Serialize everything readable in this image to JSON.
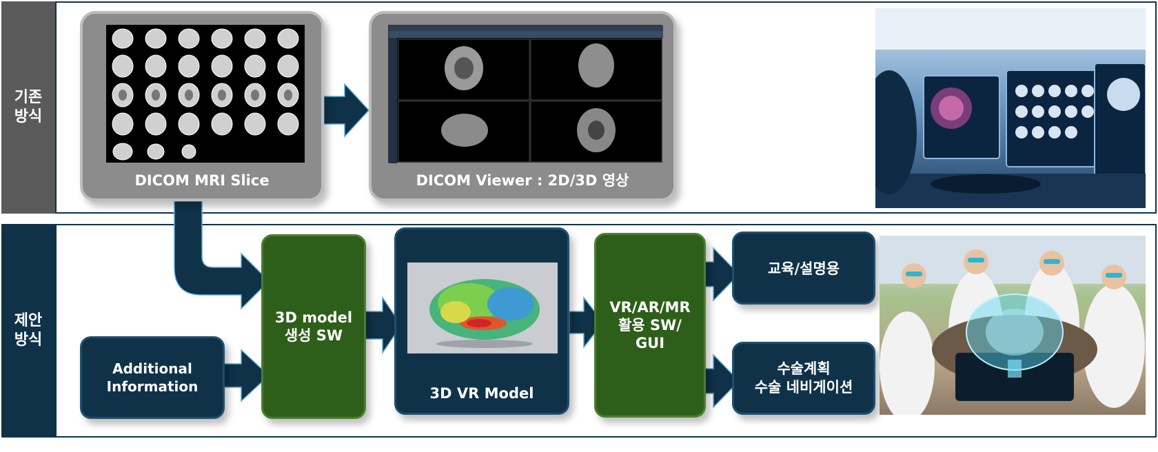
{
  "rows": {
    "existing_label": "기존\n방식",
    "proposed_label": "제안\n방식"
  },
  "existing": {
    "mri_caption": "DICOM MRI Slice",
    "viewer_caption": "DICOM Viewer : 2D/3D 영상"
  },
  "proposed": {
    "additional_info": "Additional\nInformation",
    "model_sw": "3D model\n생성 SW",
    "vr_model_caption": "3D VR Model",
    "vr_sw": "VR/AR/MR\n활용 SW/\nGUI",
    "education": "교육/설명용",
    "surgery": "수술계획\n수술 네비게이션"
  },
  "colors": {
    "navy": "#0f3249",
    "green": "#2e5f1a",
    "gray": "#8c8c8c",
    "arrow": "#0f3249"
  }
}
